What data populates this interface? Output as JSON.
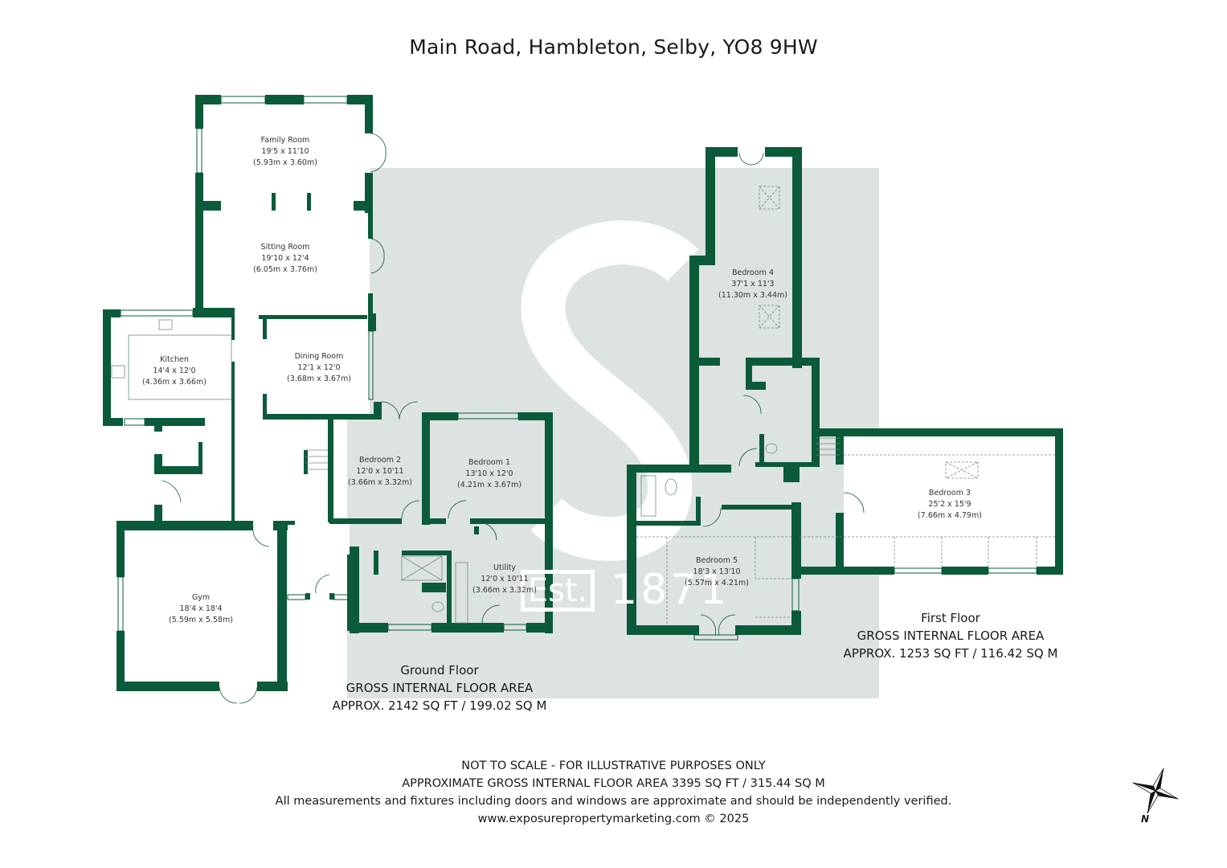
{
  "title": "Main Road, Hambleton, Selby, YO8 9HW",
  "colors": {
    "wall": "#0b5a3a",
    "shade": "#dde3e1",
    "watermark": "#ffffff",
    "text": "#1a1a1a"
  },
  "watermark": {
    "letter": "S",
    "est": "Est.",
    "year": "1871"
  },
  "ground_floor": {
    "label": "Ground Floor",
    "area_heading": "GROSS INTERNAL FLOOR AREA",
    "area": "APPROX. 2142 SQ FT / 199.02 SQ M",
    "rooms": [
      {
        "name": "Family Room",
        "imperial": "19'5 x 11'10",
        "metric": "(5.93m x 3.60m)"
      },
      {
        "name": "Sitting Room",
        "imperial": "19'10 x 12'4",
        "metric": "(6.05m x 3.76m)"
      },
      {
        "name": "Kitchen",
        "imperial": "14'4 x 12'0",
        "metric": "(4.36m x 3.66m)"
      },
      {
        "name": "Dining Room",
        "imperial": "12'1 x 12'0",
        "metric": "(3.68m x 3.67m)"
      },
      {
        "name": "Bedroom 2",
        "imperial": "12'0 x 10'11",
        "metric": "(3.66m x 3.32m)"
      },
      {
        "name": "Bedroom 1",
        "imperial": "13'10 x 12'0",
        "metric": "(4.21m x 3.67m)"
      },
      {
        "name": "Utility",
        "imperial": "12'0 x 10'11",
        "metric": "(3.66m x 3.32m)"
      },
      {
        "name": "Gym",
        "imperial": "18'4 x 18'4",
        "metric": "(5.59m x 5.58m)"
      }
    ]
  },
  "first_floor": {
    "label": "First Floor",
    "area_heading": "GROSS INTERNAL FLOOR AREA",
    "area": "APPROX. 1253 SQ FT / 116.42 SQ M",
    "rooms": [
      {
        "name": "Bedroom 4",
        "imperial": "37'1 x 11'3",
        "metric": "(11.30m x 3.44m)"
      },
      {
        "name": "Bedroom 3",
        "imperial": "25'2 x 15'9",
        "metric": "(7.66m x 4.79m)"
      },
      {
        "name": "Bedroom 5",
        "imperial": "18'3 x 13'10",
        "metric": "(5.57m x 4.21m)"
      }
    ]
  },
  "footer": {
    "line1": "NOT TO SCALE - FOR ILLUSTRATIVE PURPOSES ONLY",
    "line2": "APPROXIMATE GROSS INTERNAL FLOOR AREA 3395 SQ FT / 315.44 SQ M",
    "line3": "All measurements and fixtures including doors and windows are approximate and should be independently verified.",
    "line4": "www.exposurepropertymarketing.com © 2025"
  },
  "compass": {
    "icon": "north-arrow-icon",
    "label": "N"
  }
}
